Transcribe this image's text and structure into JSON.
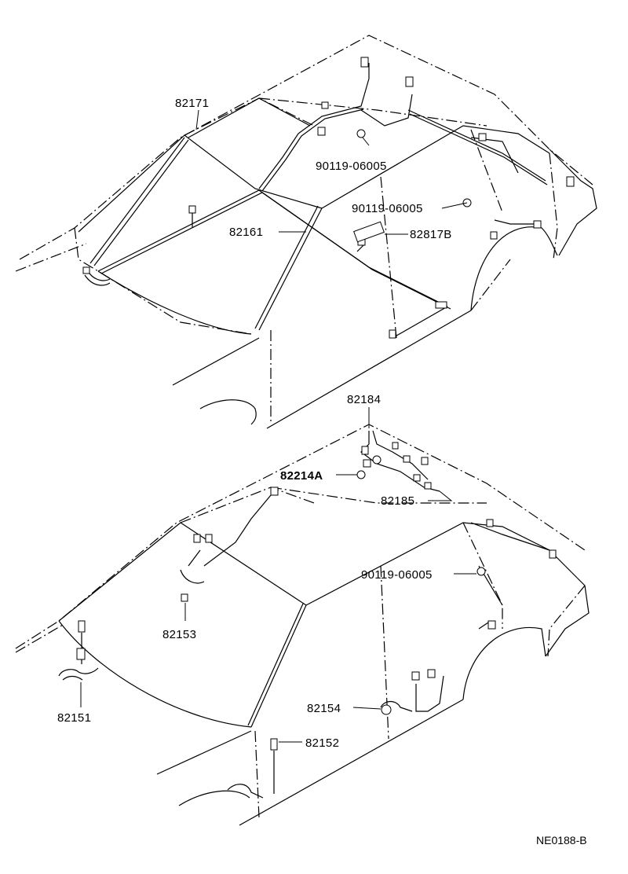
{
  "labels": {
    "upper": {
      "part_82171": "82171",
      "bolt_a": "90119-06005",
      "bolt_b": "90119-06005",
      "part_82161": "82161",
      "part_82817b": "82817B"
    },
    "lower": {
      "part_82184": "82184",
      "part_82214a": "82214A",
      "part_82185": "82185",
      "bolt_c": "90119-06005",
      "part_82153": "82153",
      "part_82151": "82151",
      "part_82154": "82154",
      "part_82152": "82152"
    }
  },
  "figure_code": "NE0188-B"
}
